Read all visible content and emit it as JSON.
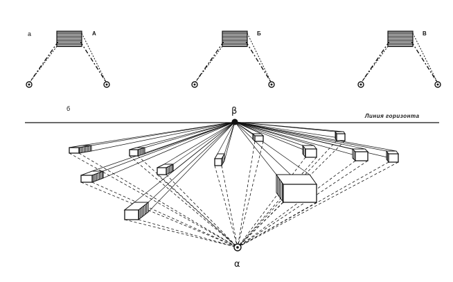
{
  "part_labels": {
    "top": "а",
    "bottom": "б"
  },
  "variant_labels": [
    "А",
    "Б",
    "В"
  ],
  "point_labels": {
    "vanishing_point": "β",
    "observer_point": "α"
  },
  "horizon_line_label": "Линия горизонта",
  "colors": {
    "ink": "#111111",
    "paper": "#ffffff"
  }
}
